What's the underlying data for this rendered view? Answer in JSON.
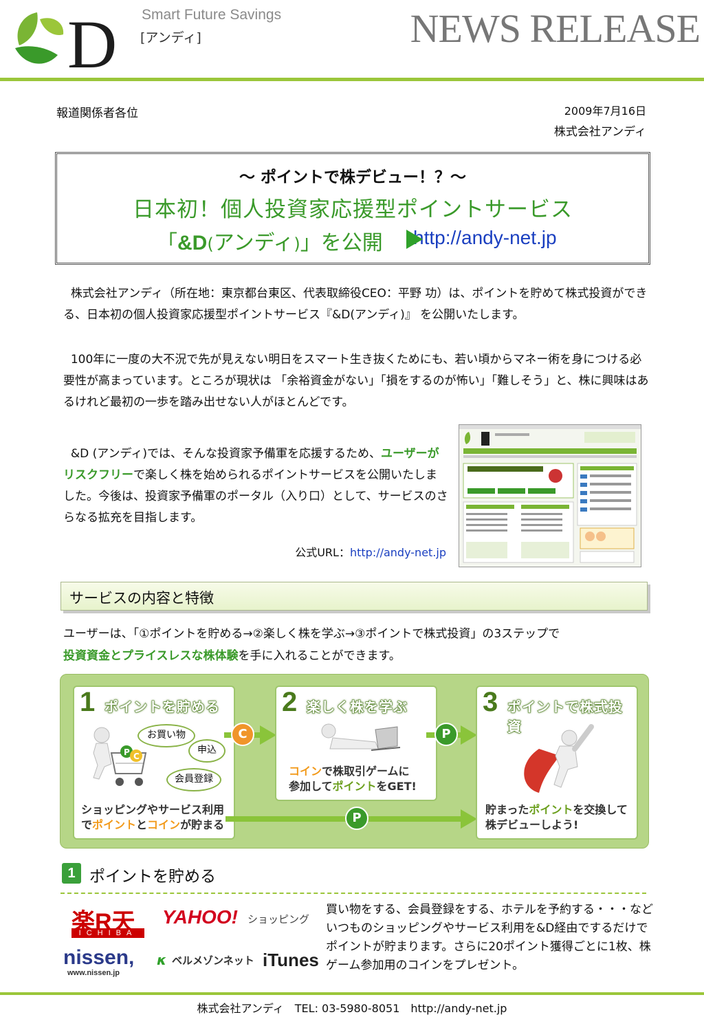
{
  "header": {
    "logo_mark": "&D",
    "logo_tagline": "Smart Future Savings",
    "logo_kana": "[アンディ]",
    "news_release": "NEWS RELEASE"
  },
  "recipient": "報道関係者各位",
  "date": "2009年7月16日",
  "company": "株式会社アンディ",
  "title": {
    "sub": "～ ポイントで株デビュー！？～",
    "main": "日本初！個人投資家応援型ポイントサービス",
    "line3_open": "「",
    "line3_brand": "&D",
    "line3_paren_open": "(",
    "line3_kana": "アンディ",
    "line3_paren_close": ")",
    "line3_close": "」を公開",
    "url": "http://andy-net.jp"
  },
  "paragraphs": {
    "p1": "株式会社アンディ（所在地：東京都台東区、代表取締役CEO：平野 功）は、ポイントを貯めて株式投資ができる、日本初の個人投資家応援型ポイントサービス『&D(アンディ)』 を公開いたします。",
    "p2": "100年に一度の大不況で先が見えない明日をスマート生き抜くためにも、若い頃からマネー術を身につける必要性が高まっています。ところが現状は 「余裕資金がない」「損をするのが怖い」「難しそう」と、株に興味はあるけれど最初の一歩を踏み出せない人がほとんどです。",
    "p3_a": "&D (アンディ)では、そんな投資家予備軍を応援するため、",
    "p3_b": "ユーザーがリスクフリー",
    "p3_c": "で楽しく株を始められるポイントサービスを公開いたしました。今後は、投資家予備軍のポータル（入り口）として、サービスのさらなる拡充を目指します。"
  },
  "official_url": {
    "label": "公式URL：",
    "url": "http://andy-net.jp"
  },
  "section": {
    "title": "サービスの内容と特徴",
    "intro_a": "ユーザーは、「①ポイントを貯める→②楽しく株を学ぶ→③ポイントで株式投資」の3ステップで",
    "intro_b": "投資資金とプライスレスな株体験",
    "intro_c": "を手に入れることができます。"
  },
  "steps": [
    {
      "num": "1",
      "title": "ポイントを貯める",
      "bubbles": [
        "お買い物",
        "申込",
        "会員登録"
      ],
      "cap_1": "ショッピングやサービス利用",
      "cap_2a": "で",
      "cap_2b": "ポイント",
      "cap_2c": "と",
      "cap_2d": "コイン",
      "cap_2e": "が貯まる"
    },
    {
      "num": "2",
      "title": "楽しく株を学ぶ",
      "cap_1a": "コイン",
      "cap_1b": "で株取引ゲームに",
      "cap_2a": "参加して",
      "cap_2b": "ポイント",
      "cap_2c": "をGET!"
    },
    {
      "num": "3",
      "title": "ポイントで株式投資",
      "cap_1a": "貯まった",
      "cap_1b": "ポイント",
      "cap_1c": "を交換して",
      "cap_2": "株デビューしよう!"
    }
  ],
  "chips": {
    "coin": "C",
    "point": "P"
  },
  "sub_section": {
    "num": "1",
    "title": "ポイントを貯める"
  },
  "partners": {
    "rakuten": "楽R天",
    "rakuten_ichiba": "ICHIBA",
    "yahoo": "YAHOO!",
    "yahoo_shop": "ショッピング",
    "nissen": "nissen,",
    "nissen_url": "www.nissen.jp",
    "bell": "ベルメゾンネット",
    "itunes": "iTunes"
  },
  "earn_text": "買い物をする、会員登録をする、ホテルを予約する・・・などいつものショッピングやサービス利用を&D経由でするだけでポイントが貯まります。さらに20ポイント獲得ごとに1枚、株ゲーム参加用のコインをプレゼント。",
  "footer": "株式会社アンディ　TEL: 03-5980-8051　http://andy-net.jp",
  "colors": {
    "brand_green": "#3a9a2a",
    "rule_green": "#9bc63a",
    "link_blue": "#1a3fc0",
    "coin_orange": "#f0952a"
  }
}
